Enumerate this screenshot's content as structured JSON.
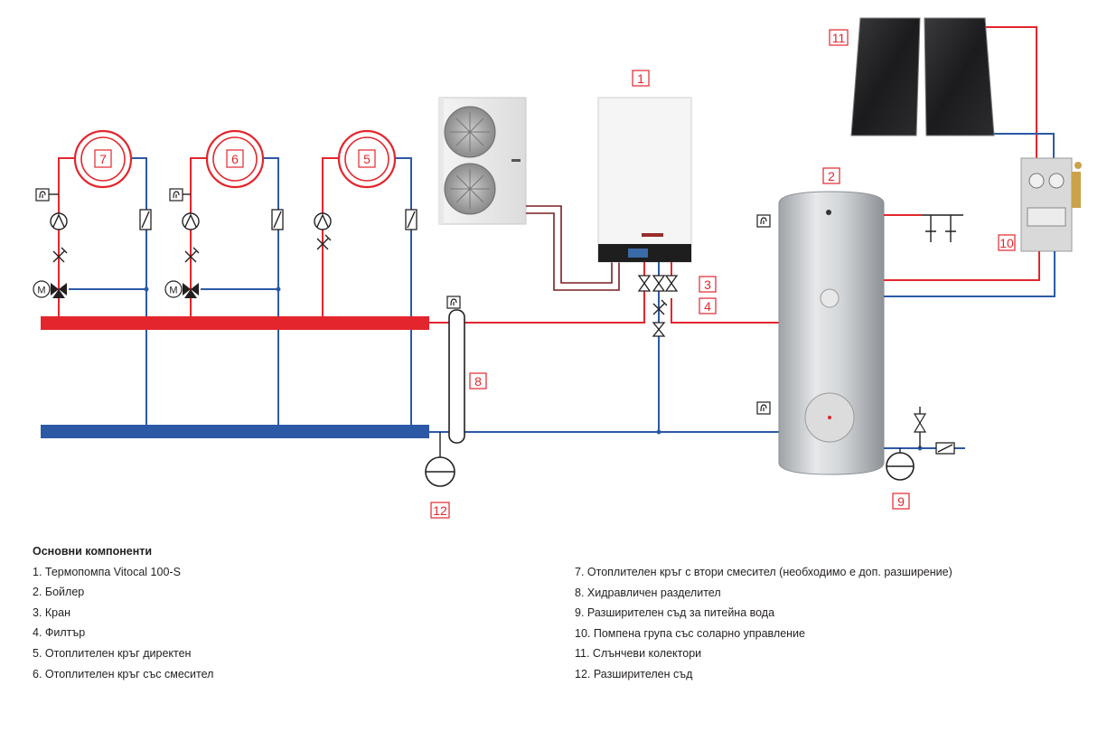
{
  "diagram": {
    "labels": {
      "heat_pump": "1",
      "boiler": "2",
      "valve": "3",
      "filter": "4",
      "circuit_direct": "5",
      "circuit_mixer": "6",
      "circuit_mixer2": "7",
      "separator": "8",
      "exp_vessel_water": "9",
      "solar_pump": "10",
      "collectors": "11",
      "exp_vessel": "12"
    },
    "motor_symbol": "M",
    "colors": {
      "supply": "#e3262d",
      "return": "#2c59a6",
      "refrigerant": "#7b1e24"
    }
  },
  "legend": {
    "title": "Основни компоненти",
    "left_items": [
      "1. Термопомпа Vitocal 100-S",
      "2. Бойлер",
      "3. Кран",
      "4. Филтър",
      "5. Отоплителен кръг директен",
      "6. Отоплителен кръг със смесител"
    ],
    "right_items": [
      "7. Отоплителен кръг с втори смесител (необходимо е доп. разширение)",
      "8. Хидравличен разделител",
      "9. Разширителен съд за питейна вода",
      "10. Помпена група със соларно управление",
      "11. Слънчеви колектори",
      "12. Разширителен съд"
    ]
  }
}
